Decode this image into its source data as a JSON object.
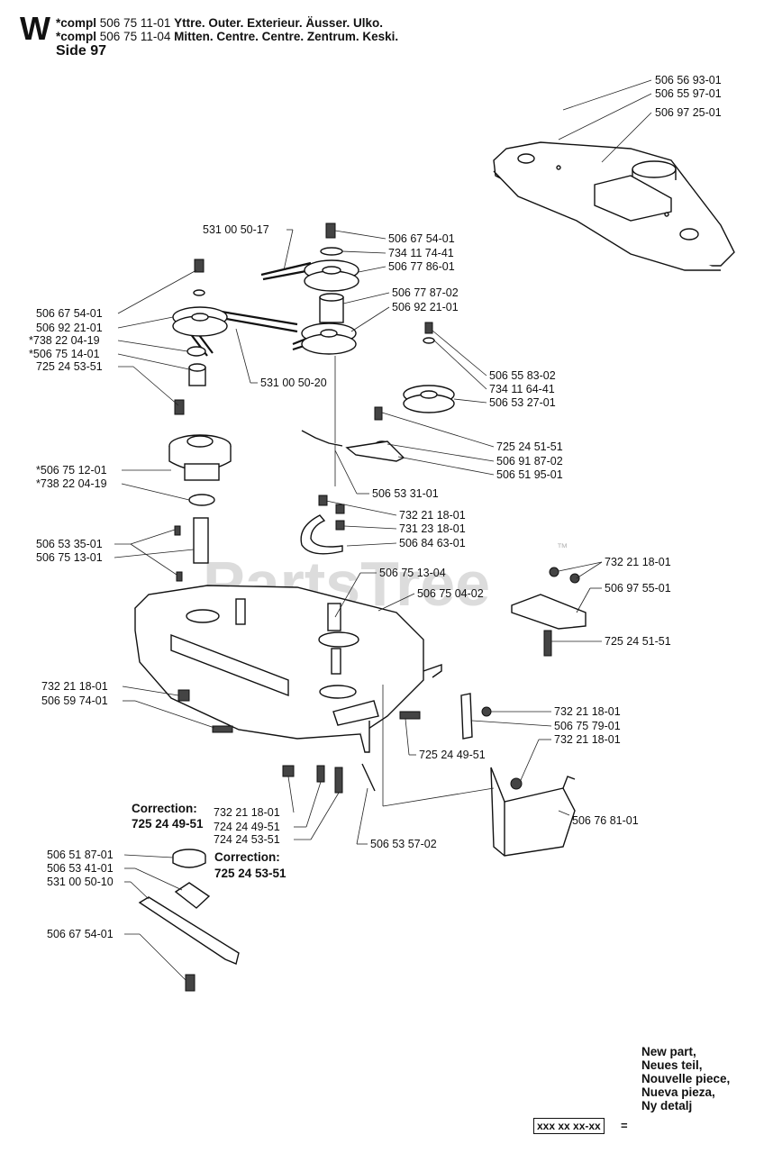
{
  "header": {
    "letter": "W",
    "line1_prefix": "*compl",
    "line1_part": "506 75 11-01",
    "line1_desc": "Yttre. Outer. Exterieur. Äusser. Ulko.",
    "line2_prefix": "*compl",
    "line2_part": "506 75 11-04",
    "line2_desc": "Mitten. Centre. Centre. Zentrum. Keski.",
    "side": "Side 97"
  },
  "watermark": "PartsTree",
  "trademark": "™",
  "labels": {
    "top_cover_1": "506 56 93-01",
    "top_cover_2": "506 55 97-01",
    "top_cover_3": "506 97 25-01",
    "belt_top": "531 00 50-17",
    "c_bolt": "506 67 54-01",
    "c_washer": "734 11 74-41",
    "c_pulley": "506 77 86-01",
    "c_spacer": "506 77 87-02",
    "c_pulley2": "506 92 21-01",
    "l_bolt": "506 67 54-01",
    "l_pulley": "506 92 21-01",
    "l_bearing": "*738 22 04-19",
    "l_spacer": "*506 75 14-01",
    "l_bushing": "725 24 53-51",
    "belt_mid": "531 00 50-20",
    "idl_bolt": "506 55 83-02",
    "idl_washer": "734 11 64-41",
    "idl_pulley": "506 53 27-01",
    "arm_bolt": "725 24 51-51",
    "arm_washer": "506 91 87-02",
    "arm": "506 51 95-01",
    "spring_top": "506 53 31-01",
    "l_housing": "*506 75 12-01",
    "l_bearing2": "*738 22 04-19",
    "key": "506 53 35-01",
    "shaft": "506 75 13-01",
    "nut_mid": "732 21 18-01",
    "nut_mid2": "731 23 18-01",
    "guide": "506 84 63-01",
    "shaft2": "506 75 13-04",
    "deck": "506 75 04-02",
    "r_nuts": "732 21 18-01",
    "r_bracket": "506 97 55-01",
    "r_bolt": "725 24 51-51",
    "l_nut": "732 21 18-01",
    "l_deflector": "506 59 74-01",
    "hinge_nut": "732 21 18-01",
    "hinge": "506 75 79-01",
    "hinge_bolt": "725 24 49-51",
    "chute_nut": "732 21 18-01",
    "chute": "506 76 81-01",
    "b_nut": "732 21 18-01",
    "b_bolt1": "724 24 49-51",
    "b_bolt2": "724 24 53-51",
    "spring_bottom": "506 53 57-02",
    "corr1_title": "Correction:",
    "corr1_value": "725 24 49-51",
    "corr2_title": "Correction:",
    "corr2_value": "725 24 53-51",
    "blade_washer": "506 51 87-01",
    "blade_holder": "506 53 41-01",
    "blade": "531 00 50-10",
    "blade_bolt": "506 67 54-01"
  },
  "legend": {
    "lines": [
      "New part,",
      "Neues teil,",
      "Nouvelle piece,",
      "Nueva pieza,",
      "Ny detalj"
    ],
    "box": "xxx xx xx-xx",
    "equals": "="
  }
}
